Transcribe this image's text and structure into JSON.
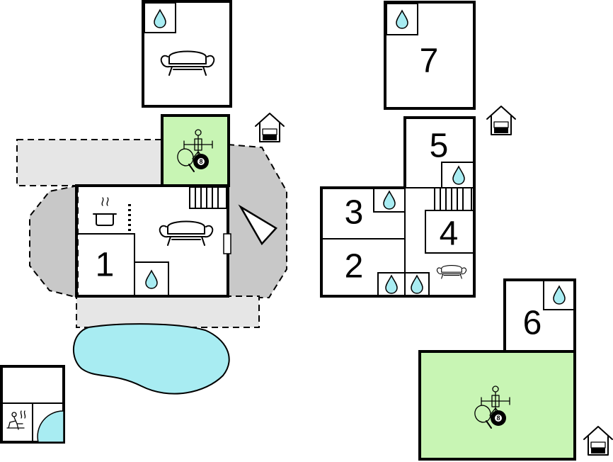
{
  "room_labels": {
    "r1": "1",
    "r2": "2",
    "r3": "3",
    "r4": "4",
    "r5": "5",
    "r6": "6",
    "r7": "7"
  },
  "billiard_ball": "8",
  "colors": {
    "wall": "#000000",
    "pool": "#a8ecf2",
    "games_room": "#c8f5b4",
    "terrace": "#e6e6e6",
    "garden": "#c8c8c8",
    "water_drop": "#a8ecf2"
  },
  "icons": [
    "water-drop-icon",
    "sofa-icon",
    "cooking-pot-icon",
    "games-room-icon",
    "ping-pong-paddle-icon",
    "billiard-ball-icon",
    "foosball-icon",
    "sauna-icon",
    "house-floor-icon",
    "direction-arrow-icon"
  ]
}
